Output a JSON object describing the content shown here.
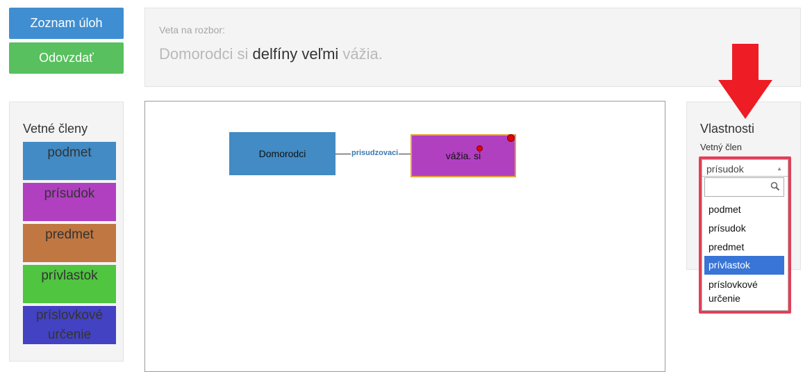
{
  "buttons": {
    "task_list": "Zoznam úloh",
    "submit": "Odovzdať"
  },
  "sentence_panel": {
    "label": "Veta na rozbor:",
    "words": [
      {
        "text": "Domorodci si ",
        "highlighted": false
      },
      {
        "text": "delfíny veľmi",
        "highlighted": true
      },
      {
        "text": " vážia.",
        "highlighted": false
      }
    ]
  },
  "members": {
    "title": "Vetné členy",
    "items": [
      {
        "label": "podmet",
        "color": "#428bc4"
      },
      {
        "label": "prísudok",
        "color": "#b140c1"
      },
      {
        "label": "predmet",
        "color": "#c07741"
      },
      {
        "label": "prívlastok",
        "color": "#4fc540"
      },
      {
        "label": "príslovkové určenie",
        "color": "#4342c2"
      }
    ]
  },
  "canvas": {
    "subject_node": "Domorodci",
    "predicate_node": "vážia. si",
    "edge_label": "prisudzovaci"
  },
  "properties": {
    "title": "Vlastnosti",
    "field_label": "Vetný člen",
    "selected_value": "prísudok",
    "search_placeholder": "",
    "options": [
      "podmet",
      "prísudok",
      "predmet",
      "prívlastok",
      "príslovkové určenie"
    ],
    "highlighted_option": "prívlastok"
  },
  "colors": {
    "accent_blue": "#3f8ed1",
    "accent_green": "#58c05e",
    "arrow_red": "#ee1c25",
    "highlight_box": "#e0405a",
    "option_selected": "#3875d7"
  }
}
